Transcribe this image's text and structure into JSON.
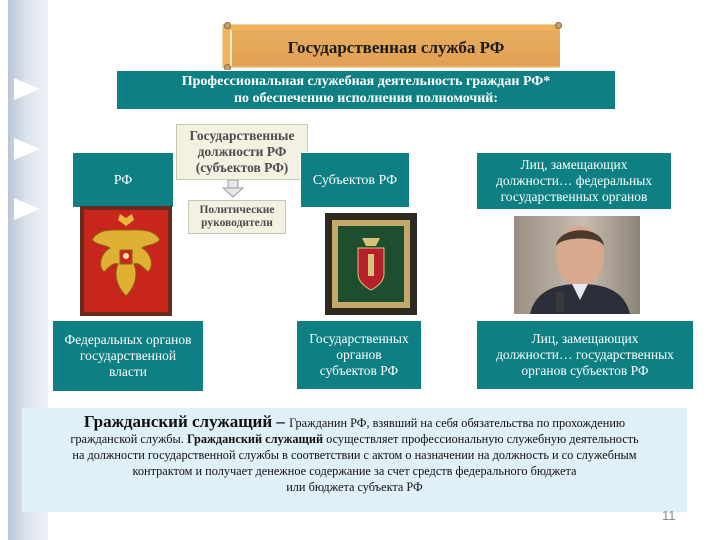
{
  "title": "Государственная служба РФ",
  "subtitle_line1": "Профессиональная служебная деятельность граждан РФ*",
  "subtitle_line2": "по обеспечению исполнения полномочий:",
  "positions_box": {
    "line1": "Государственные",
    "line2": "должности РФ",
    "line3": "(субъектов РФ)"
  },
  "rf_label": "РФ",
  "subjects_label": "Субъектов РФ",
  "political_label_line1": "Политические",
  "political_label_line2": "руководители",
  "federal_persons": {
    "line1": "Лиц, замещающих",
    "line2": "должности… федеральных",
    "line3": "государственных органов"
  },
  "federal_organs": {
    "line1": "Федеральных органов",
    "line2": "государственной",
    "line3": "власти"
  },
  "subject_organs": {
    "line1": "Государственных",
    "line2": "органов",
    "line3": "субъектов РФ"
  },
  "subject_persons": {
    "line1": "Лиц, замещающих",
    "line2": "должности… государственных",
    "line3": "органов субъектов РФ"
  },
  "civil_servant": {
    "term": "Гражданский служащий",
    "dash": " – ",
    "text1": "Гражданин РФ, взявший на себя обязательства по прохождению",
    "text2_start": "гражданской службы. ",
    "term2": "Гражданский служащий",
    "text2_end": " осуществляет профессиональную служебную деятельность",
    "text3": "на должности государственной службы в соответствии с актом о назначении на должность и со служебным",
    "text4": "контрактом и получает денежное содержание за счет средств федерального бюджета",
    "text5": "или бюджета субъекта РФ"
  },
  "page_number": "11",
  "colors": {
    "teal": "#0e7f82",
    "title_bg": "#e6ad5f",
    "civil_bg": "#dff0f8",
    "strip": "#c7d2df"
  }
}
